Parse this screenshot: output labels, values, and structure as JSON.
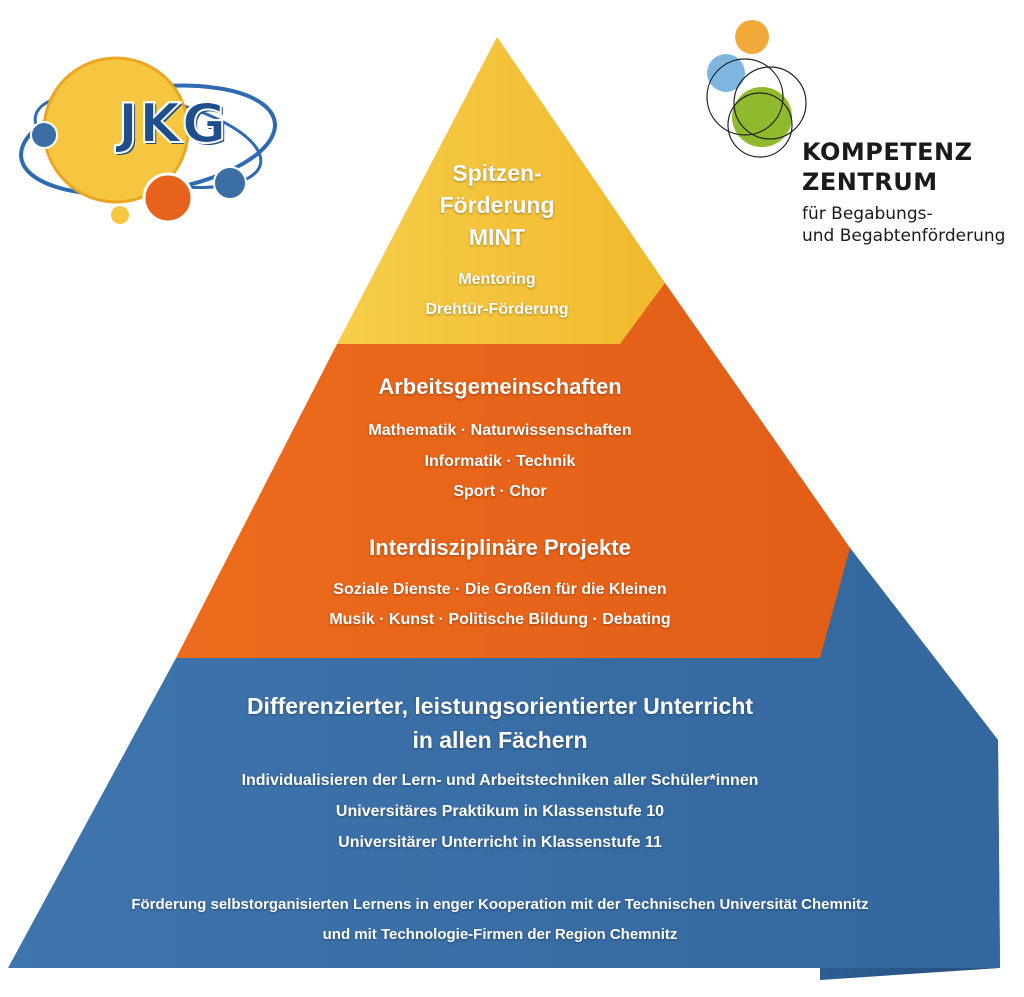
{
  "logos": {
    "jkg": "JKG",
    "kompetenz_line1": "KOMPETENZ",
    "kompetenz_line2": "ZENTRUM",
    "kompetenz_sub1": "für Begabungs-",
    "kompetenz_sub2": "und Begabtenförderung"
  },
  "pyramid": {
    "top": {
      "heading_1": "Spitzen-",
      "heading_2": "Förderung",
      "heading_3": "MINT",
      "item_1": "Mentoring",
      "item_2": "Drehtür-Förderung"
    },
    "middle": {
      "heading_1": "Arbeitsgemeinschaften",
      "item_1": "Mathematik · Naturwissenschaften",
      "item_2": "Informatik · Technik",
      "item_3": "Sport · Chor",
      "heading_2": "Interdisziplinäre Projekte",
      "item_4": "Soziale Dienste · Die Großen für die Kleinen",
      "item_5": "Musik · Kunst · Politische Bildung · Debating"
    },
    "bottom": {
      "heading_1": "Differenzierter, leistungsorientierter Unterricht",
      "heading_2": "in allen Fächern",
      "item_1": "Individualisieren der Lern- und Arbeitstechniken aller Schüler*innen",
      "item_2": "Universitäres Praktikum in Klassenstufe 10",
      "item_3": "Universitärer Unterricht in Klassenstufe 11",
      "item_4": "Förderung selbstorganisierten Lernens in enger Kooperation mit der Technischen Universität Chemnitz",
      "item_5": "und mit Technologie-Firmen der Region Chemnitz"
    }
  },
  "colors": {
    "yellow": "#f5c237",
    "orange": "#e8651a",
    "blue": "#3a6ea5"
  }
}
